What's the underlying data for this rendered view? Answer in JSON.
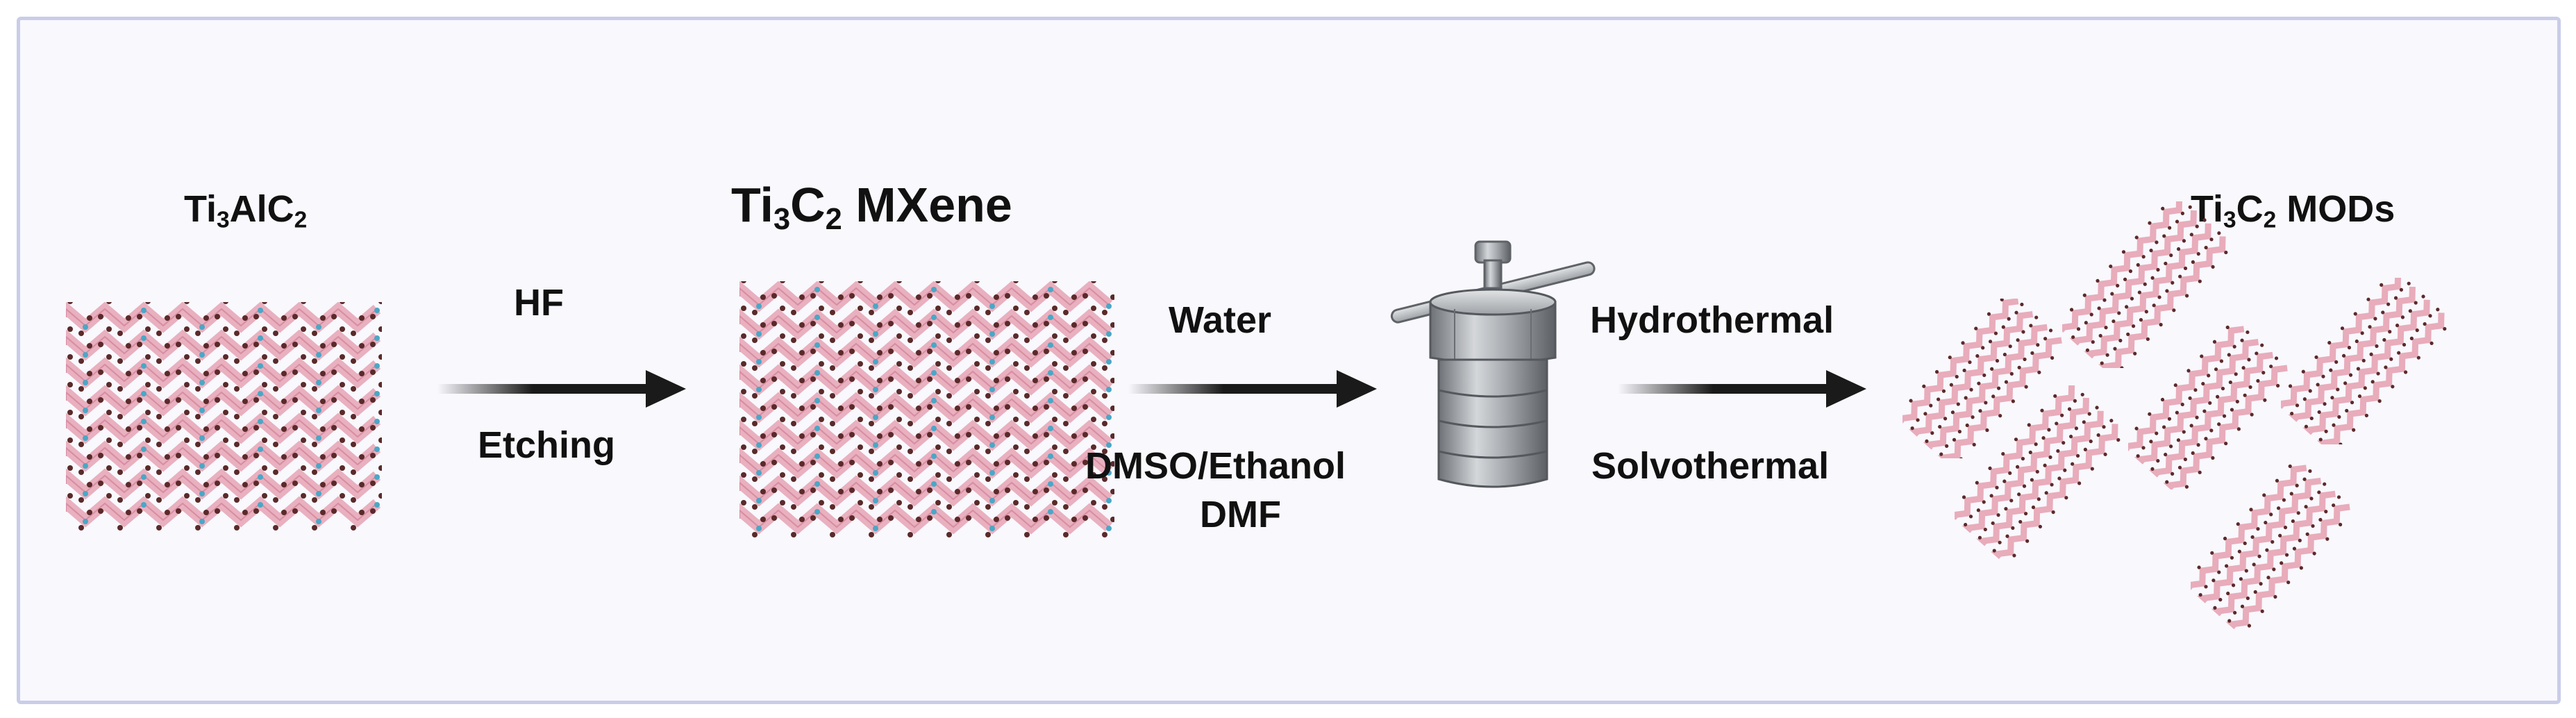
{
  "figure": {
    "stage1": {
      "label_main": "Ti",
      "label_sub1": "3",
      "label_mid": "AlC",
      "label_sub2": "2"
    },
    "step1": {
      "reagent_top": "HF",
      "reagent_bottom": "Etching"
    },
    "stage2": {
      "label_main": "Ti",
      "label_sub1": "3",
      "label_mid": "C",
      "label_sub2": "2",
      "label_rest": " MXene"
    },
    "step2": {
      "reagent_top": "Water",
      "reagent_bottom_1": "DMSO/Ethanol",
      "reagent_bottom_2": "DMF"
    },
    "reactor": {
      "icon": "autoclave-icon"
    },
    "step3": {
      "reagent_top": "Hydrothermal",
      "reagent_bottom": "Solvothermal"
    },
    "stage3": {
      "label_main": "Ti",
      "label_sub1": "3",
      "label_mid": "C",
      "label_sub2": "2",
      "label_rest": " MODs"
    },
    "colors": {
      "layer_pink": "#e6a3b4",
      "layer_pink_dark": "#cf7f95",
      "atom_dark": "#5a2a2a",
      "atom_teal": "#4aa7c6",
      "arrow": "#1a1a1a",
      "frame_border": "#c9cde8",
      "background": "#f8f8fd"
    }
  }
}
